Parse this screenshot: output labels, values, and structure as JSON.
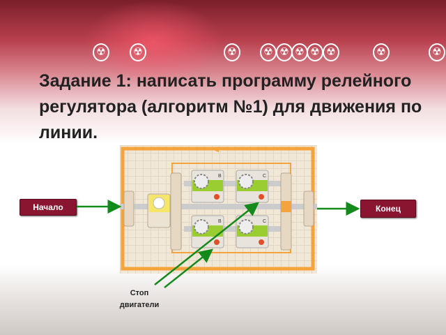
{
  "slide": {
    "title": "Задание 1: написать программу релейного регулятора (алгоритм №1) для движения по линии."
  },
  "labels": {
    "start": "Начало",
    "end": "Конец",
    "stop_motors_line1": "Стоп",
    "stop_motors_line2": "двигатели"
  },
  "diagram": {
    "blocks": [
      {
        "port": "B"
      },
      {
        "port": "C"
      },
      {
        "port": "B"
      },
      {
        "port": "C"
      }
    ]
  },
  "decor": {
    "icons": [
      "radiation-icon"
    ]
  },
  "colors": {
    "label_bg": "#8a1530",
    "arrow": "#138a1b",
    "loop": "#f5a33c",
    "motor_green": "#9acd32"
  }
}
